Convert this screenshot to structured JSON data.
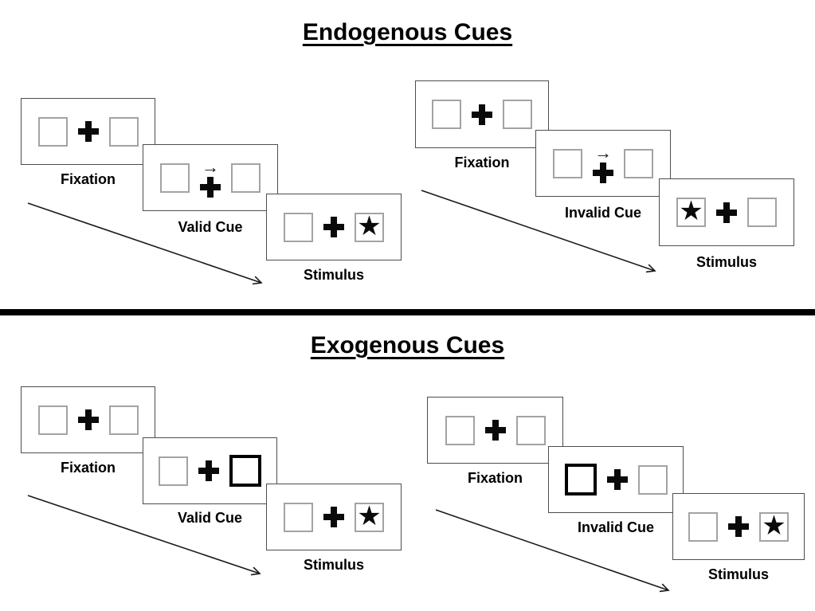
{
  "figure": {
    "type": "posner-cueing-paradigm-diagram",
    "background": "#ffffff"
  },
  "sections": [
    {
      "title": "Endogenous Cues",
      "sequences": [
        {
          "type": "valid",
          "panels": [
            {
              "label": "Fixation",
              "left_box": "empty",
              "center": "cross",
              "right_box": "empty"
            },
            {
              "label": "Valid Cue",
              "left_box": "empty",
              "center": "cross-with-right-arrow",
              "right_box": "empty"
            },
            {
              "label": "Stimulus",
              "left_box": "empty",
              "center": "cross",
              "right_box": "star"
            }
          ]
        },
        {
          "type": "invalid",
          "panels": [
            {
              "label": "Fixation",
              "left_box": "empty",
              "center": "cross",
              "right_box": "empty"
            },
            {
              "label": "Invalid Cue",
              "left_box": "empty",
              "center": "cross-with-right-arrow",
              "right_box": "empty"
            },
            {
              "label": "Stimulus",
              "left_box": "star",
              "center": "cross",
              "right_box": "empty"
            }
          ]
        }
      ]
    },
    {
      "title": "Exogenous Cues",
      "sequences": [
        {
          "type": "valid",
          "panels": [
            {
              "label": "Fixation",
              "left_box": "empty",
              "center": "cross",
              "right_box": "empty"
            },
            {
              "label": "Valid Cue",
              "left_box": "empty",
              "center": "cross",
              "right_box": "highlighted"
            },
            {
              "label": "Stimulus",
              "left_box": "empty",
              "center": "cross",
              "right_box": "star"
            }
          ]
        },
        {
          "type": "invalid",
          "panels": [
            {
              "label": "Fixation",
              "left_box": "empty",
              "center": "cross",
              "right_box": "empty"
            },
            {
              "label": "Invalid Cue",
              "left_box": "highlighted",
              "center": "cross",
              "right_box": "empty"
            },
            {
              "label": "Stimulus",
              "left_box": "empty",
              "center": "cross",
              "right_box": "star"
            }
          ]
        }
      ]
    }
  ],
  "glyphs": {
    "star": "★",
    "arrow_right": "→"
  },
  "icons": {
    "fixation_cross": "bold-plus-cross",
    "cue_arrow": "right-arrow",
    "target_star": "filled-star",
    "time_arrow": "diagonal-open-head-arrow"
  },
  "colors": {
    "panel_border": "#4d4d4d",
    "box_border": "#a3a3a3",
    "highlight_border": "#000000",
    "ink": "#000000",
    "background": "#ffffff"
  }
}
